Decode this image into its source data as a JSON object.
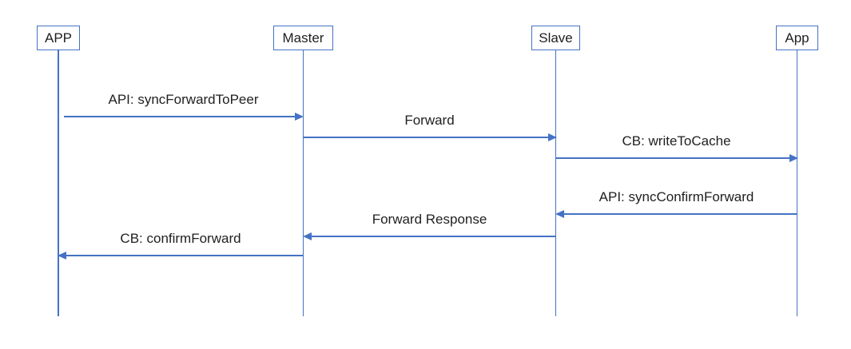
{
  "diagram": {
    "type": "sequence-diagram",
    "background_color": "#FFFFFF",
    "accent_color": "#4472C4",
    "text_color": "#1F1F1F",
    "actors": [
      {
        "label": "APP"
      },
      {
        "label": "Master"
      },
      {
        "label": "Slave"
      },
      {
        "label": "App"
      }
    ],
    "messages": [
      {
        "label": "API: syncForwardToPeer",
        "from": "APP",
        "to": "Master",
        "direction": "right"
      },
      {
        "label": "Forward",
        "from": "Master",
        "to": "Slave",
        "direction": "right"
      },
      {
        "label": "CB: writeToCache",
        "from": "Slave",
        "to": "App",
        "direction": "right"
      },
      {
        "label": "API: syncConfirmForward",
        "from": "App",
        "to": "Slave",
        "direction": "left"
      },
      {
        "label": "Forward Response",
        "from": "Slave",
        "to": "Master",
        "direction": "left"
      },
      {
        "label": "CB: confirmForward",
        "from": "Master",
        "to": "APP",
        "direction": "left"
      }
    ]
  }
}
